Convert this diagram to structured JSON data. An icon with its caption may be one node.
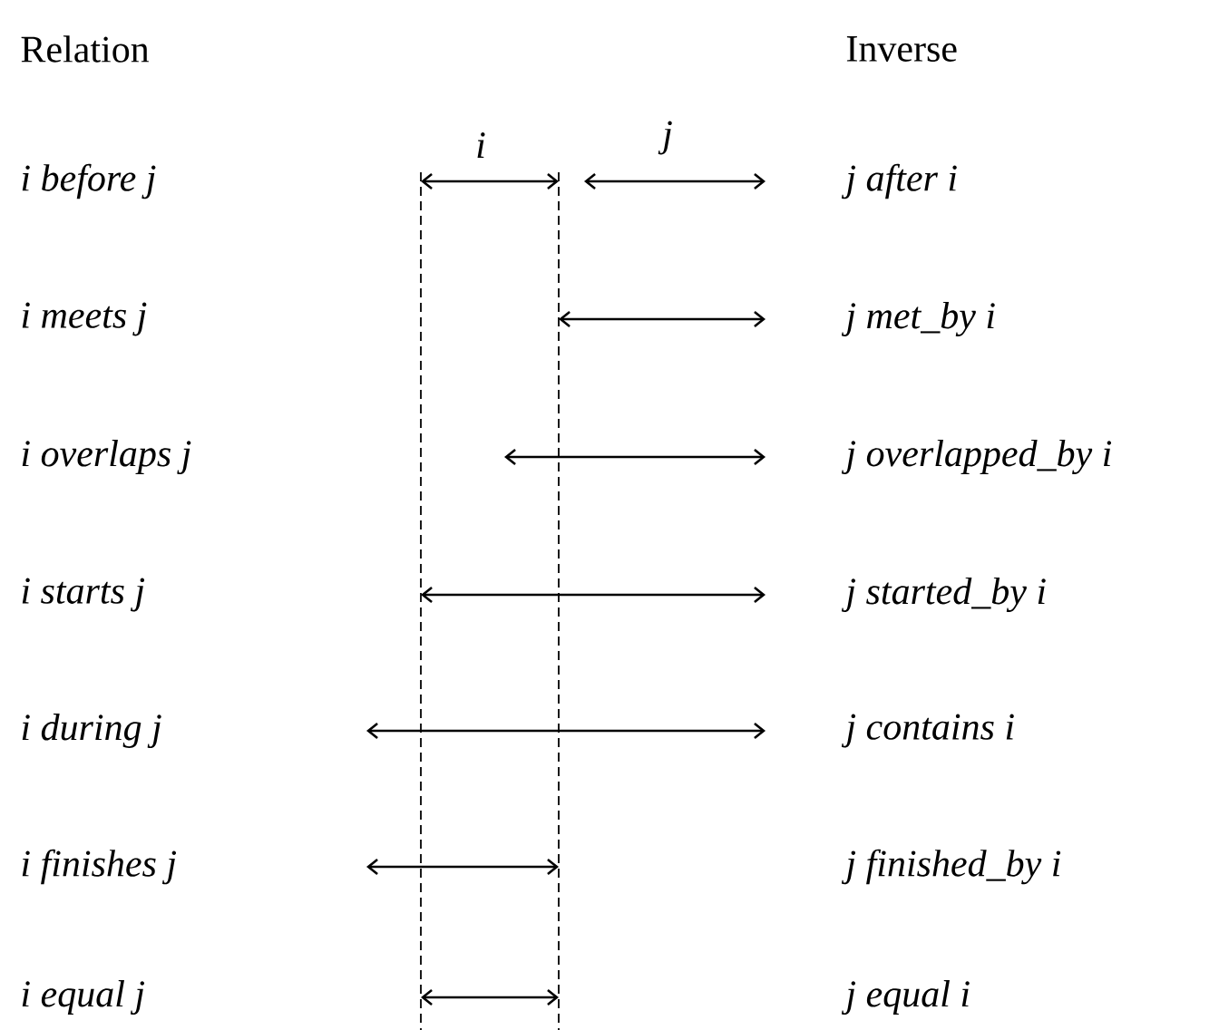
{
  "diagram": {
    "labels": [
      "Relation",
      "Inverse",
      "i",
      "j",
      "i before j",
      "j after i",
      "i meets j",
      "j met_by i",
      "i overlaps j",
      "j overlapped_by i",
      "i starts j",
      "j started_by i",
      "i during j",
      "j contains i",
      "i finishes j",
      "j finished_by i",
      "i equal j",
      "j equal i"
    ]
  }
}
